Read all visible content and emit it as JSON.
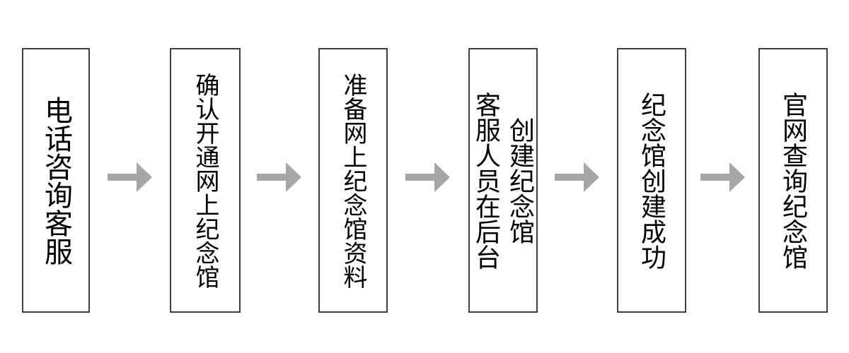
{
  "flowchart": {
    "description": "horizontal-flow-of-vertical-text-steps",
    "boxes": [
      {
        "step": 1,
        "columns": [
          "电话咨询客服"
        ]
      },
      {
        "step": 2,
        "columns": [
          "确认开通网上纪念馆"
        ]
      },
      {
        "step": 3,
        "columns": [
          "准备网上纪念馆资料"
        ]
      },
      {
        "step": 4,
        "columns": [
          "客服人员在后台",
          "创建纪念馆"
        ]
      },
      {
        "step": 5,
        "columns": [
          "纪念馆创建成功"
        ]
      },
      {
        "step": 6,
        "columns": [
          "官网查询纪念馆"
        ]
      }
    ],
    "arrow_count": 5,
    "colors": {
      "background": "#ffffff",
      "box_fill": "#ffffff",
      "box_border": "#3f3f3f",
      "text": "#000000",
      "arrow": "#a6a6a6"
    }
  }
}
